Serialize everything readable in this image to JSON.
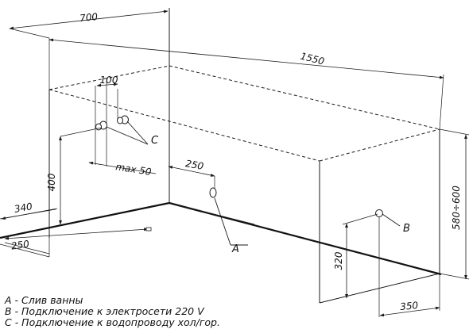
{
  "dimensions": {
    "width_top": "700",
    "length_top": "1550",
    "pipe_spacing": "100",
    "pipe_max": "max 50",
    "pipe_height": "400",
    "drain_offset": "250",
    "drain_left": "340",
    "drain_front": "250",
    "height": "580÷600",
    "power_height": "320",
    "power_offset": "350"
  },
  "labels": {
    "drain": "A",
    "power": "B",
    "water": "C"
  },
  "legend": [
    "A - Слив ванны",
    "B - Подключение к электросети 220 V",
    "C - Подключение к водопроводу хол/гор."
  ]
}
